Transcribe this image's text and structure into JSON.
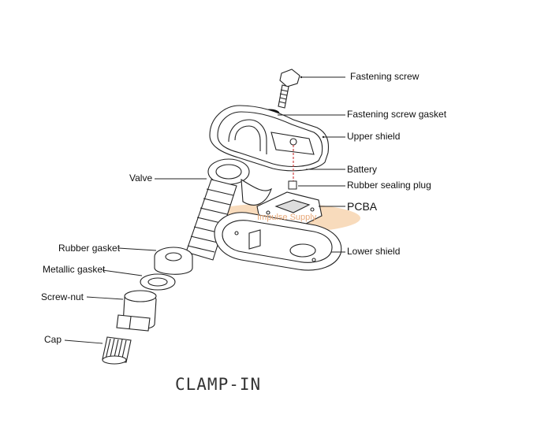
{
  "diagram": {
    "title": "CLAMP-IN",
    "watermark": "Impulse Supply",
    "labels": {
      "fastening_screw": "Fastening screw",
      "fastening_screw_gasket": "Fastening screw gasket",
      "upper_shield": "Upper shield",
      "battery": "Battery",
      "rubber_sealing_plug": "Rubber sealing plug",
      "pcba": "PCBA",
      "lower_shield": "Lower shield",
      "valve": "Valve",
      "rubber_gasket": "Rubber gasket",
      "metallic_gasket": "Metallic gasket",
      "screw_nut": "Screw-nut",
      "cap": "Cap"
    }
  }
}
